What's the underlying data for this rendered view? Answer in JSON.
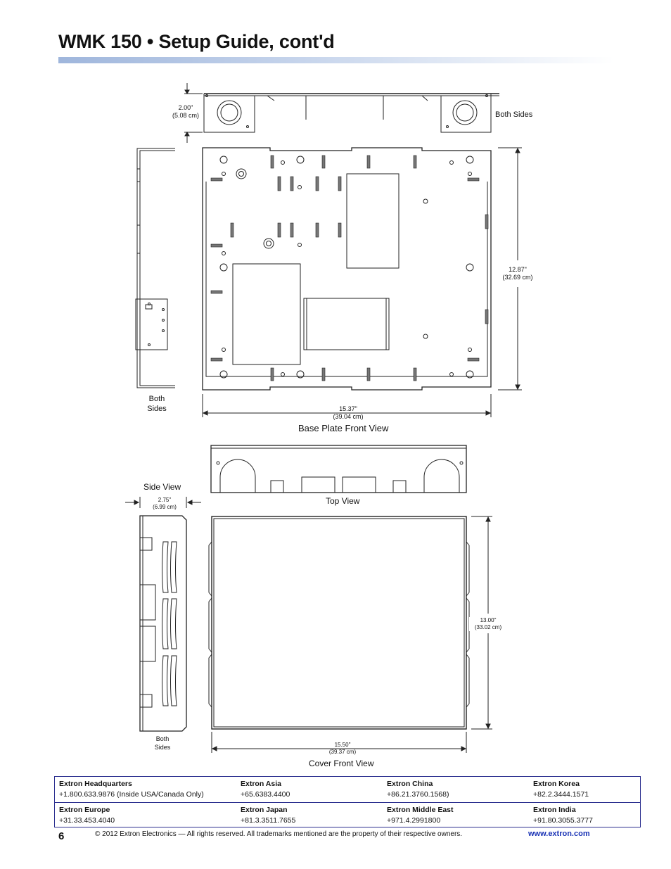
{
  "header": {
    "title": "WMK 150 • Setup Guide, cont'd"
  },
  "drawings": {
    "depth_dim": {
      "inches": "2.00\"",
      "cm": "(5.08 cm)"
    },
    "both_sides_top": "Both Sides",
    "both_sides_left": "Both Sides",
    "both_sides_bottom": "Both Sides",
    "height_base": {
      "inches": "12.87\"",
      "cm": "(32.69 cm)"
    },
    "width_base": {
      "inches": "15.37\"",
      "cm": "(39.04 cm)"
    },
    "base_plate_caption": "Base Plate Front View",
    "side_view_caption": "Side View",
    "side_depth": {
      "inches": "2.75\"",
      "cm": "(6.99 cm)"
    },
    "top_view_caption": "Top View",
    "height_cover": {
      "inches": "13.00\"",
      "cm": "(33.02 cm)"
    },
    "width_cover": {
      "inches": "15.50\"",
      "cm": "(39.37 cm)"
    },
    "cover_caption": "Cover Front View"
  },
  "contacts": [
    {
      "name": "Extron Headquarters",
      "phone": "+1.800.633.9876 (Inside USA/Canada Only)"
    },
    {
      "name": "Extron Asia",
      "phone": "+65.6383.4400"
    },
    {
      "name": "Extron China",
      "phone": "+86.21.3760.1568)"
    },
    {
      "name": "Extron Korea",
      "phone": "+82.2.3444.1571"
    },
    {
      "name": "Extron Europe",
      "phone": "+31.33.453.4040"
    },
    {
      "name": "Extron Japan",
      "phone": "+81.3.3511.7655"
    },
    {
      "name": "Extron Middle East",
      "phone": "+971.4.2991800"
    },
    {
      "name": "Extron India",
      "phone": "+91.80.3055.3777"
    }
  ],
  "footer": {
    "page_number": "6",
    "copyright": "© 2012 Extron Electronics — All rights reserved.  All trademarks mentioned are the property of their respective owners.",
    "url": "www.extron.com"
  }
}
